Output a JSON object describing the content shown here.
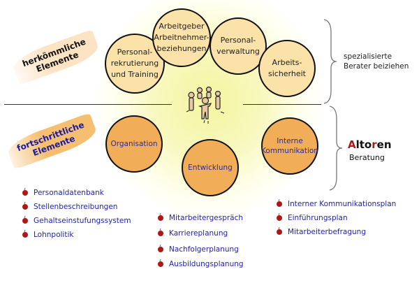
{
  "labels": {
    "traditional": [
      "herkömmliche",
      "Elemente"
    ],
    "progressive": [
      "fortschrittliche",
      "Elemente"
    ],
    "specialists": [
      "spezialisierte",
      "Berater beiziehen"
    ]
  },
  "traditional_circles": [
    {
      "lines": [
        "Personal-",
        "rekrutierung",
        "und Training"
      ]
    },
    {
      "lines": [
        "Arbeitgeber",
        "Arbeitnehmer-",
        "beziehungen"
      ]
    },
    {
      "lines": [
        "Personal-",
        "verwaltung"
      ]
    },
    {
      "lines": [
        "Arbeits-",
        "sicherheit"
      ]
    }
  ],
  "progressive_circles": [
    {
      "lines": [
        "Organisation"
      ]
    },
    {
      "lines": [
        "Entwicklung"
      ]
    },
    {
      "lines": [
        "Interne",
        "Kommunikation"
      ]
    }
  ],
  "brand": {
    "parts": [
      "A",
      "lto",
      "r",
      "en"
    ],
    "subtitle": "Beratung",
    "accent_color": "#b01818"
  },
  "lists": {
    "organisation": [
      "Personaldatenbank",
      "Stellenbeschreibungen",
      "Gehaltseinstufungssystem",
      "Lohnpolitik"
    ],
    "entwicklung": [
      "Mitarbeitergespräch",
      "Karriereplanung",
      "Nachfolgerplanung",
      "Ausbildungsplanung"
    ],
    "kommunikation": [
      "Interner Kommunikationsplan",
      "Einführungsplan",
      "Mitarbeiterbefragung"
    ]
  },
  "icons": {
    "center": "people-group-icon",
    "bullet": "apple-icon"
  }
}
